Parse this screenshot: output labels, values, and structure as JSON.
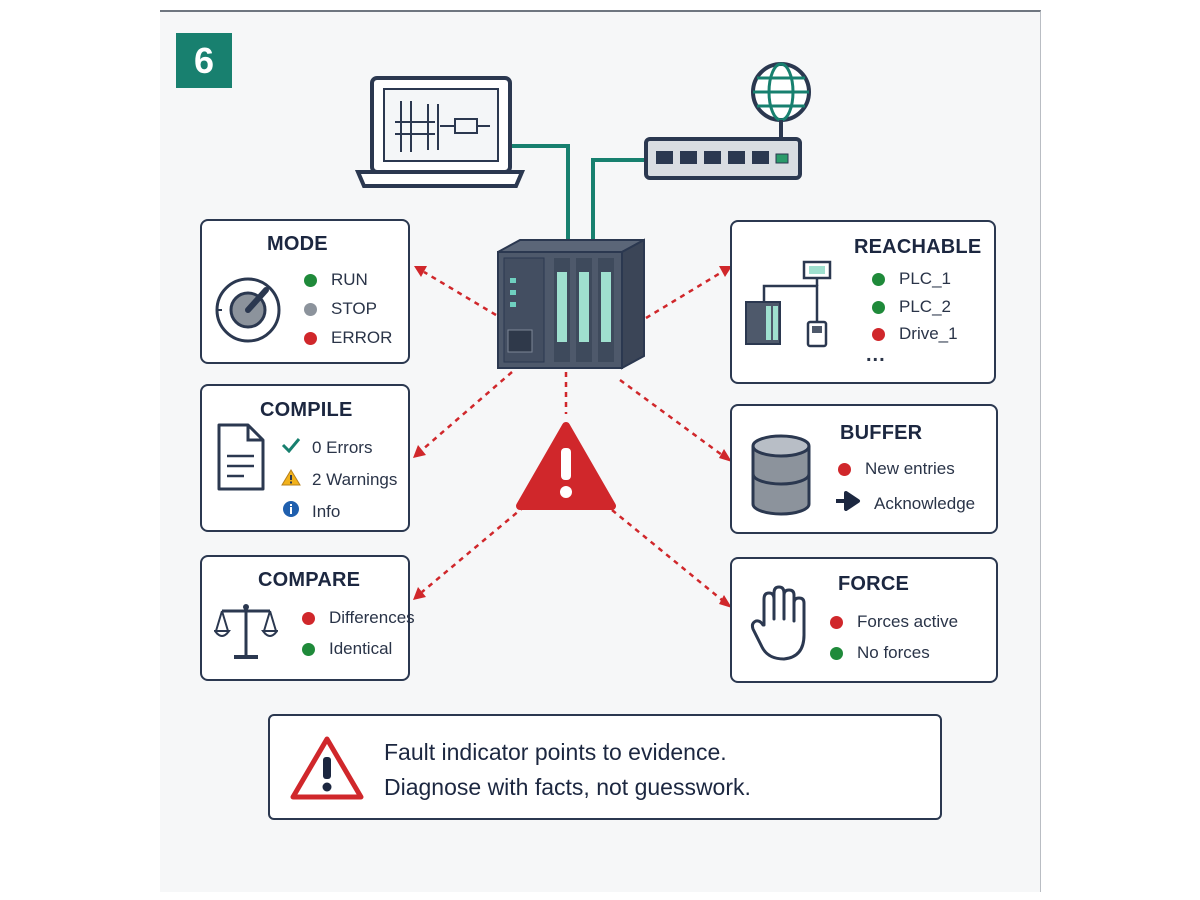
{
  "badge": {
    "number": "6"
  },
  "cards": {
    "mode": {
      "title": "MODE",
      "items": [
        {
          "label": "RUN",
          "status": "green"
        },
        {
          "label": "STOP",
          "status": "gray"
        },
        {
          "label": "ERROR",
          "status": "red"
        }
      ],
      "icon": "mode-selector-dial-icon"
    },
    "compile": {
      "title": "COMPILE",
      "items": [
        {
          "label": "0 Errors",
          "icon": "checkmark-icon"
        },
        {
          "label": "2 Warnings",
          "icon": "warning-icon"
        },
        {
          "label": "Info",
          "icon": "info-icon"
        }
      ],
      "icon": "document-icon"
    },
    "compare": {
      "title": "COMPARE",
      "items": [
        {
          "label": "Differences",
          "status": "red"
        },
        {
          "label": "Identical",
          "status": "green"
        }
      ],
      "icon": "balance-scale-icon"
    },
    "reachable": {
      "title": "REACHABLE",
      "items": [
        {
          "label": "PLC_1",
          "status": "green"
        },
        {
          "label": "PLC_2",
          "status": "green"
        },
        {
          "label": "Drive_1",
          "status": "red"
        }
      ],
      "more": "...",
      "icon": "network-devices-icon"
    },
    "buffer": {
      "title": "BUFFER",
      "items": [
        {
          "label": "New entries",
          "icon": "red-dot"
        },
        {
          "label": "Acknowledge",
          "icon": "arrow-right-icon"
        }
      ],
      "icon": "database-icon"
    },
    "force": {
      "title": "FORCE",
      "items": [
        {
          "label": "Forces active",
          "status": "red"
        },
        {
          "label": "No forces",
          "status": "green"
        }
      ],
      "icon": "hand-icon"
    }
  },
  "callout": {
    "line1": "Fault indicator points to evidence.",
    "line2": "Diagnose with facts, not guesswork.",
    "icon": "warning-triangle-icon"
  },
  "colors": {
    "teal": "#18806f",
    "navy": "#2b3850",
    "red": "#d0272b",
    "green": "#1f8a3a",
    "gray": "#8c939c"
  }
}
